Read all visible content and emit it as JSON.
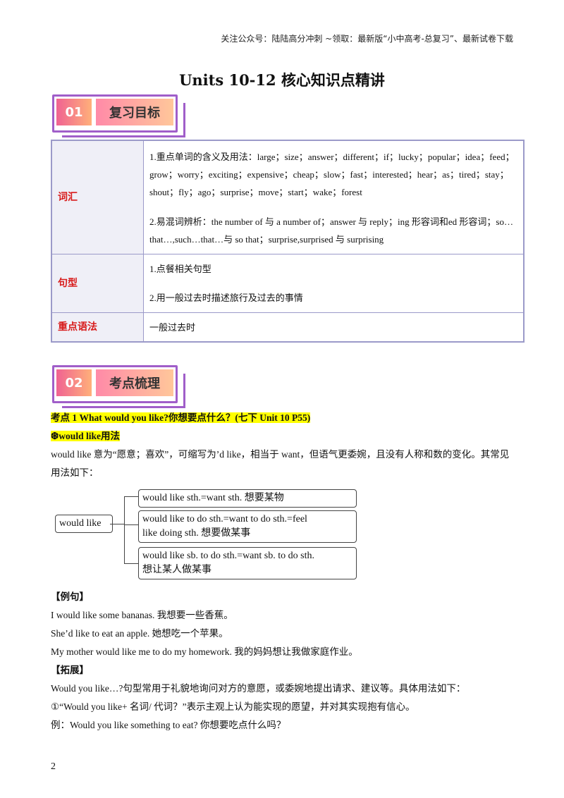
{
  "header_note": "关注公众号：陆陆高分冲刺 ~领取：最新版“小中高考-总复习”、最新试卷下载",
  "title": "Units  10-12 核心知识点精讲",
  "section1": {
    "num": "01",
    "label": "复习目标"
  },
  "section2": {
    "num": "02",
    "label": "考点梳理"
  },
  "goals": {
    "vocab_label": "词汇",
    "vocab_1": "1.重点单词的含义及用法：large；size；answer；different；if；lucky；popular；idea；feed；grow；worry；exciting；expensive；cheap；slow；fast；interested；hear；as；tired；stay；shout；fly；ago；surprise；move；start；wake；forest",
    "vocab_2": "2.易混词辨析：the number of 与 a number of；answer 与 reply；ing 形容词和ed 形容词；so…that…,such…that…与 so that；surprise,surprised 与 surprising",
    "sentence_label": "句型",
    "sentence_1": "1.点餐相关句型",
    "sentence_2": "2.用一般过去时描述旅行及过去的事情",
    "grammar_label": "重点语法",
    "grammar_1": "一般过去时"
  },
  "point1_title": "考点 1  What  would  you  like?你想要点什么？(七下 Unit  10  P55)",
  "usage_title": "❆would  like用法",
  "usage_desc": "would like 意为“愿意；喜欢”，可缩写为’d like，相当于 want，但语气更委婉，且没有人称和数的变化。其常见用法如下：",
  "diagram": {
    "root": "would like",
    "b1": "would like sth.=want sth. 想要某物",
    "b2_l1": "would like to do sth.=want to do sth.=feel",
    "b2_l2": "like doing sth. 想要做某事",
    "b3_l1": "would like sb. to do sth.=want sb. to do sth.",
    "b3_l2": "想让某人做某事"
  },
  "examples_label": "【例句】",
  "ex1": "I  would  like  some  bananas.    我想要一些香蕉。",
  "ex2": "She’d  like  to  eat  an  apple.    她想吃一个苹果。",
  "ex3": "My  mother  would  like  me  to  do  my  homework.    我的妈妈想让我做家庭作业。",
  "extend_label": "【拓展】",
  "ext1": "Would  you  like…?句型常用于礼貌地询问对方的意愿，或委婉地提出请求、建议等。具体用法如下：",
  "ext2": "①“Would  you  like+  名词/  代词？”表示主观上认为能实现的愿望，并对其实现抱有信心。",
  "ext3": "例：Would  you  like  something  to  eat?    你想要吃点什么吗？",
  "page_number": "2"
}
